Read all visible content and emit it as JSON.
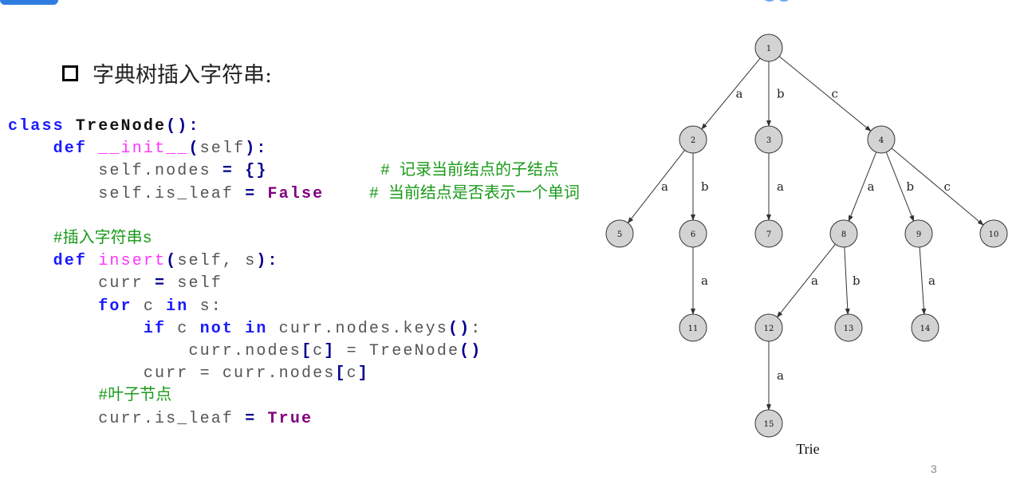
{
  "title": "字典树插入字符串:",
  "code": {
    "l1": [
      "class",
      "TreeNode",
      "()",
      ":"
    ],
    "l2": [
      "def",
      "__init__",
      "(",
      "self",
      ")",
      ":"
    ],
    "l3": [
      "self.nodes ",
      "=",
      " {}",
      "# 记录当前结点的子结点"
    ],
    "l4": [
      "self.is_leaf ",
      "=",
      " False",
      "# 当前结点是否表示一个单词"
    ],
    "l5": "#插入字符串s",
    "l6": [
      "def",
      "insert",
      "(",
      "self, s",
      ")",
      ":"
    ],
    "l7": [
      "curr ",
      "=",
      " self"
    ],
    "l8": [
      "for",
      " c ",
      "in",
      " s:"
    ],
    "l9": [
      "if",
      " c ",
      "not in",
      " curr.nodes.keys",
      "()",
      ":"
    ],
    "l10": [
      "curr.nodes",
      "[",
      "c",
      "]",
      " = ",
      "TreeNode",
      "()"
    ],
    "l11": [
      "curr = curr.nodes",
      "[",
      "c",
      "]"
    ],
    "l12": "#叶子节点",
    "l13": [
      "curr.is_leaf ",
      "=",
      " True"
    ]
  },
  "tree": {
    "caption": "Trie",
    "nodes": [
      "1",
      "2",
      "3",
      "4",
      "5",
      "6",
      "7",
      "8",
      "9",
      "10",
      "11",
      "12",
      "13",
      "14",
      "15"
    ],
    "edges": [
      {
        "from": "1",
        "to": "2",
        "label": "a"
      },
      {
        "from": "1",
        "to": "3",
        "label": "b"
      },
      {
        "from": "1",
        "to": "4",
        "label": "c"
      },
      {
        "from": "2",
        "to": "5",
        "label": "a"
      },
      {
        "from": "2",
        "to": "6",
        "label": "b"
      },
      {
        "from": "3",
        "to": "7",
        "label": "a"
      },
      {
        "from": "4",
        "to": "8",
        "label": "a"
      },
      {
        "from": "4",
        "to": "9",
        "label": "b"
      },
      {
        "from": "4",
        "to": "10",
        "label": "c"
      },
      {
        "from": "6",
        "to": "11",
        "label": "a"
      },
      {
        "from": "8",
        "to": "12",
        "label": "a"
      },
      {
        "from": "8",
        "to": "13",
        "label": "b"
      },
      {
        "from": "9",
        "to": "14",
        "label": "a"
      },
      {
        "from": "12",
        "to": "15",
        "label": "a"
      }
    ],
    "node_fill": "#d3d3d3"
  },
  "page_number": "3"
}
